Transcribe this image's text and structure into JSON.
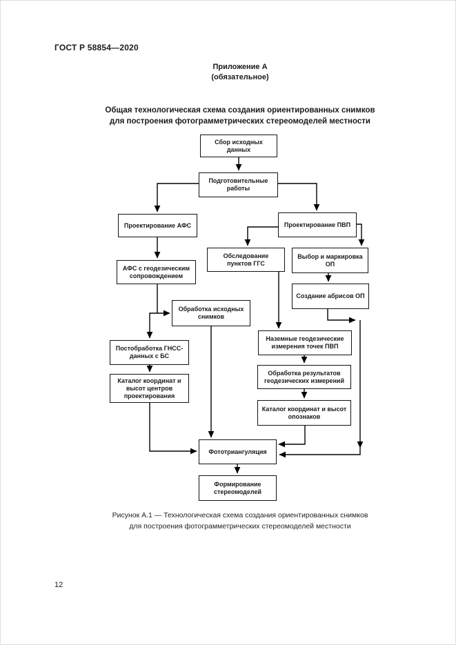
{
  "page": {
    "standard_ref": "ГОСТ Р 58854—2020",
    "page_number": "12"
  },
  "annex": {
    "title": "Приложение А",
    "subtitle": "(обязательное)"
  },
  "figure_title": {
    "line1": "Общая технологическая схема создания ориентированных снимков",
    "line2": "для построения фотограмметрических стереомоделей местности"
  },
  "figure_caption": {
    "line1": "Рисунок А.1 — Технологическая схема создания ориентированных снимков",
    "line2": "для построения фотограмметрических стереомоделей местности"
  },
  "flowchart": {
    "nodes": [
      {
        "id": "collect-data",
        "label": "Сбор исходных данных"
      },
      {
        "id": "prep-works",
        "label": "Подготовительные работы"
      },
      {
        "id": "design-afs",
        "label": "Проектирование АФС"
      },
      {
        "id": "design-pvp",
        "label": "Проектирование ПВП"
      },
      {
        "id": "survey-ggs",
        "label": "Обследование пунктов ГГС"
      },
      {
        "id": "select-mark-op",
        "label": "Выбор и маркировка ОП"
      },
      {
        "id": "afs-geo-support",
        "label": "АФС с геодезическим сопровождением"
      },
      {
        "id": "sketches-op",
        "label": "Создание абрисов ОП"
      },
      {
        "id": "process-src-images",
        "label": "Обработка исходных снимков"
      },
      {
        "id": "ground-geo-measure",
        "label": "Наземные геодезические измерения точек ПВП"
      },
      {
        "id": "gnss-postprocess",
        "label": "Постобработка ГНСС-данных с БС"
      },
      {
        "id": "process-geo-results",
        "label": "Обработка результатов геодезических измерений"
      },
      {
        "id": "catalog-centers",
        "label": "Каталог координат и высот центров проектирования"
      },
      {
        "id": "catalog-marks",
        "label": "Каталог координат и высот опознаков"
      },
      {
        "id": "phototriangulation",
        "label": "Фототриангуляция"
      },
      {
        "id": "stereomodels",
        "label": "Формирование стереомоделей"
      }
    ]
  },
  "colors": {
    "ink": "#1a1a1a",
    "connector_line": "#000000",
    "box_border": "#101010",
    "page_background": "#ffffff"
  }
}
